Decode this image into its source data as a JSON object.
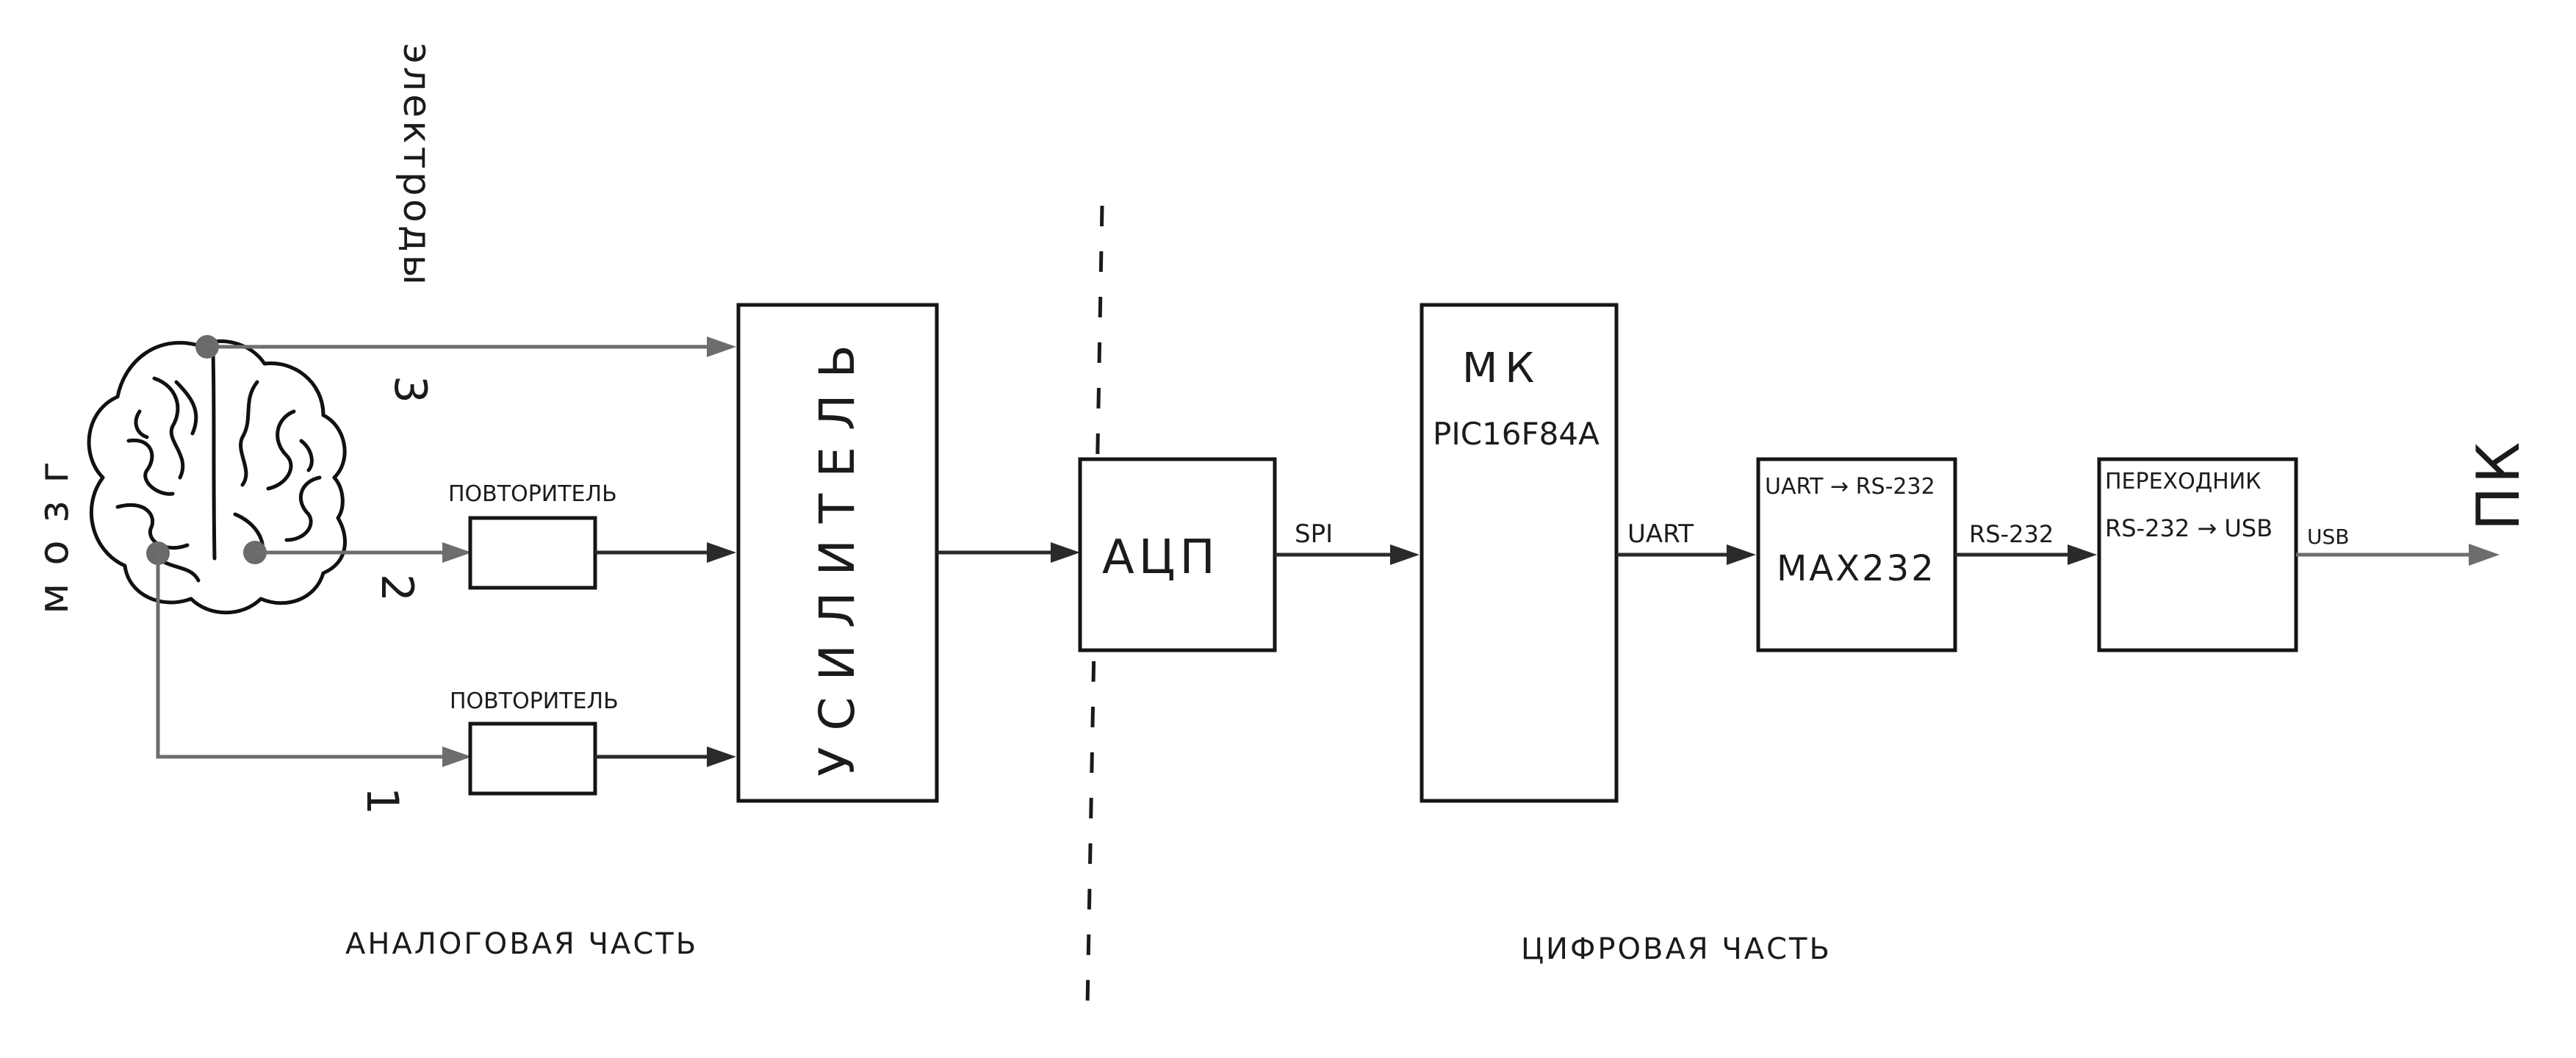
{
  "diagram": {
    "analog_section": {
      "label": "АНАЛОГОВАЯ ЧАСТЬ"
    },
    "digital_section": {
      "label": "ЦИФРОВАЯ ЧАСТЬ"
    },
    "brain": {
      "label": "мозг"
    },
    "electrodes": {
      "label": "электроды",
      "channels": [
        "3",
        "2",
        "1"
      ]
    },
    "followers": [
      {
        "label": "ПОВТОРИТЕЛЬ"
      },
      {
        "label": "ПОВТОРИТЕЛЬ"
      }
    ],
    "amplifier": {
      "label": "УСИЛИТЕЛЬ"
    },
    "adc": {
      "label": "АЦП"
    },
    "link_spi": {
      "label": "SPI"
    },
    "mcu": {
      "title": "МК",
      "model": "PIC16F84A"
    },
    "link_uart": {
      "label": "UART"
    },
    "level_shifter": {
      "subtitle": "UART → RS-232",
      "title": "MAX232"
    },
    "link_rs232": {
      "label": "RS-232"
    },
    "adapter": {
      "title": "ПЕРЕХОДНИК",
      "subtitle": "RS-232 → USB"
    },
    "link_usb": {
      "label": "USB"
    },
    "pc": {
      "label": "ПК"
    }
  }
}
